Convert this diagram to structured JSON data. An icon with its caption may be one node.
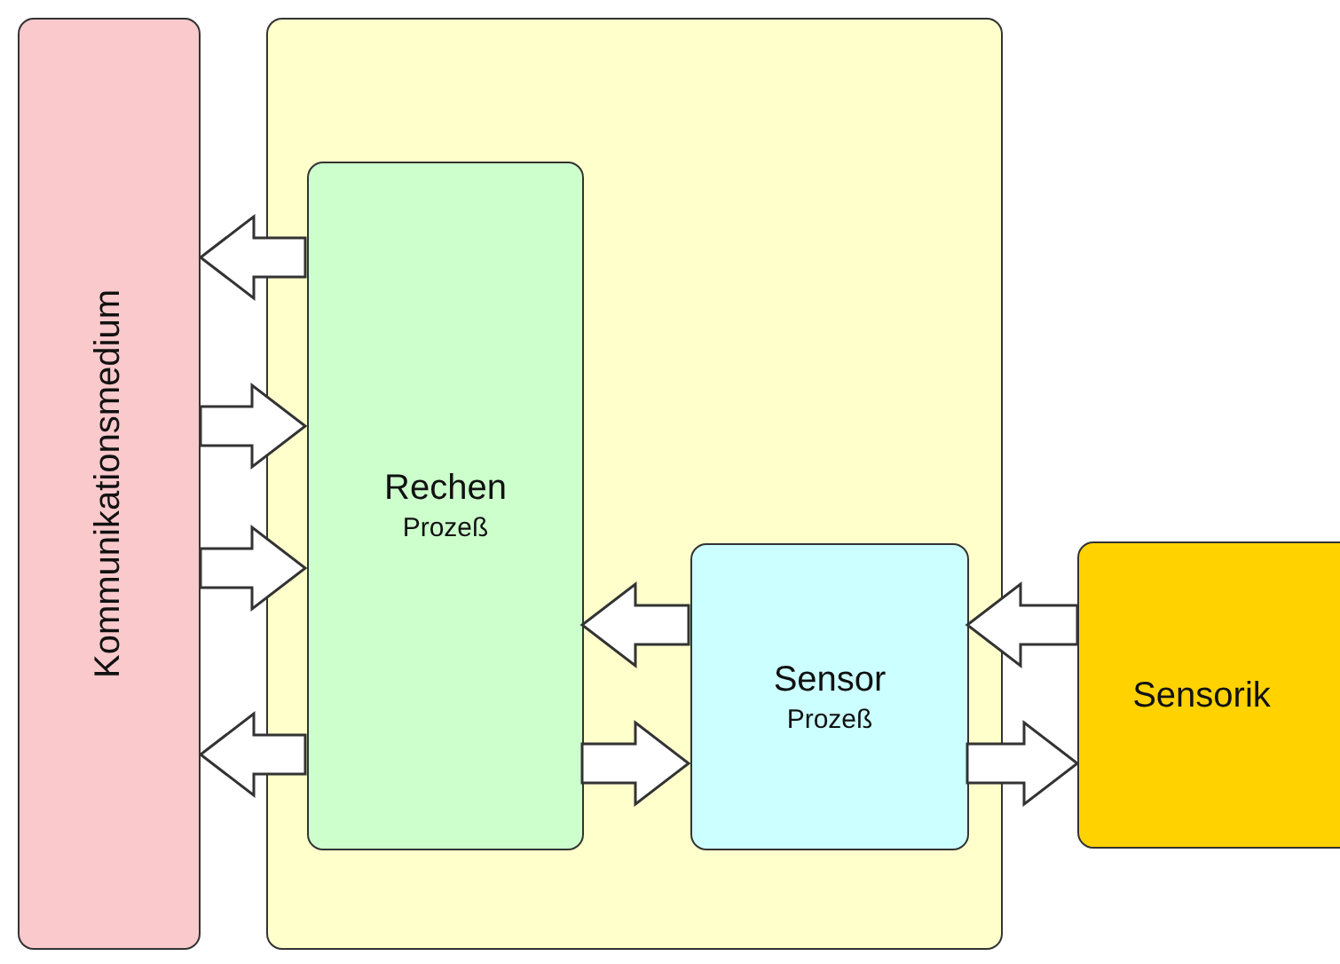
{
  "diagram": {
    "nodes": [
      {
        "text": [
          "Kommunikationsmedium"
        ]
      },
      {
        "text": [],
        "shape": "box"
      },
      {
        "text": [
          "Rechen",
          "Prozeß"
        ],
        "in": 1
      },
      {
        "text": [
          "Sensor",
          "Prozeß"
        ],
        "in": 1
      },
      {
        "text": [
          "Sensorik"
        ]
      }
    ],
    "edges": [
      {
        "from": 2,
        "to": 0,
        "arrow": "to"
      },
      {
        "from": 0,
        "to": 2,
        "arrow": "to"
      },
      {
        "from": 0,
        "to": 2,
        "arrow": "to"
      },
      {
        "from": 2,
        "to": 0,
        "arrow": "to"
      },
      {
        "from": 3,
        "to": 2,
        "arrow": "to"
      },
      {
        "from": 2,
        "to": 3,
        "arrow": "to"
      },
      {
        "from": 4,
        "to": 3,
        "arrow": "to"
      },
      {
        "from": 3,
        "to": 4,
        "arrow": "to"
      }
    ]
  }
}
